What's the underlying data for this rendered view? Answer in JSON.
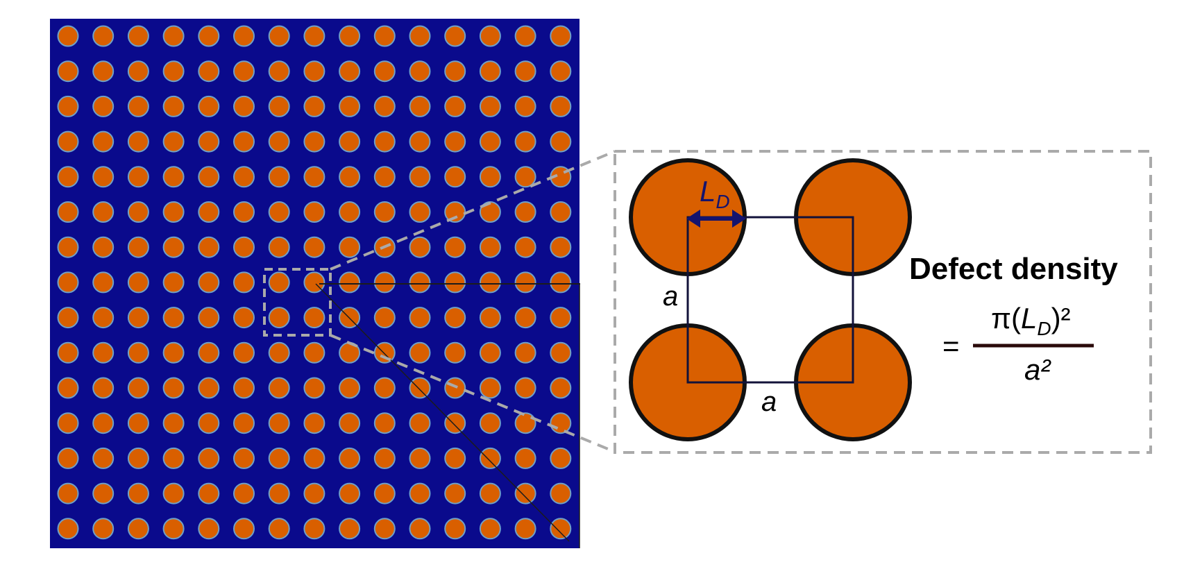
{
  "lattice": {
    "rows": 15,
    "cols": 15,
    "background_color": "#0a0a8c",
    "defect_color": "#d95f00",
    "defect_rim_color": "#6fa0c8"
  },
  "zoom": {
    "highlighted_defects": 4,
    "defect_color": "#d95f00",
    "defect_outline_color": "#111111",
    "cell_line_color": "#12123a",
    "arrow_color": "#14146e",
    "dashed_box_color": "#aaaaaa"
  },
  "labels": {
    "ld_symbol": "L",
    "ld_subscript": "D",
    "lattice_const_left": "a",
    "lattice_const_bottom": "a"
  },
  "formula": {
    "title": "Defect density",
    "equals": "=",
    "numerator_prefix": "π(",
    "numerator_symbol": "L",
    "numerator_subscript": "D",
    "numerator_suffix": ")²",
    "denominator": "a²"
  }
}
